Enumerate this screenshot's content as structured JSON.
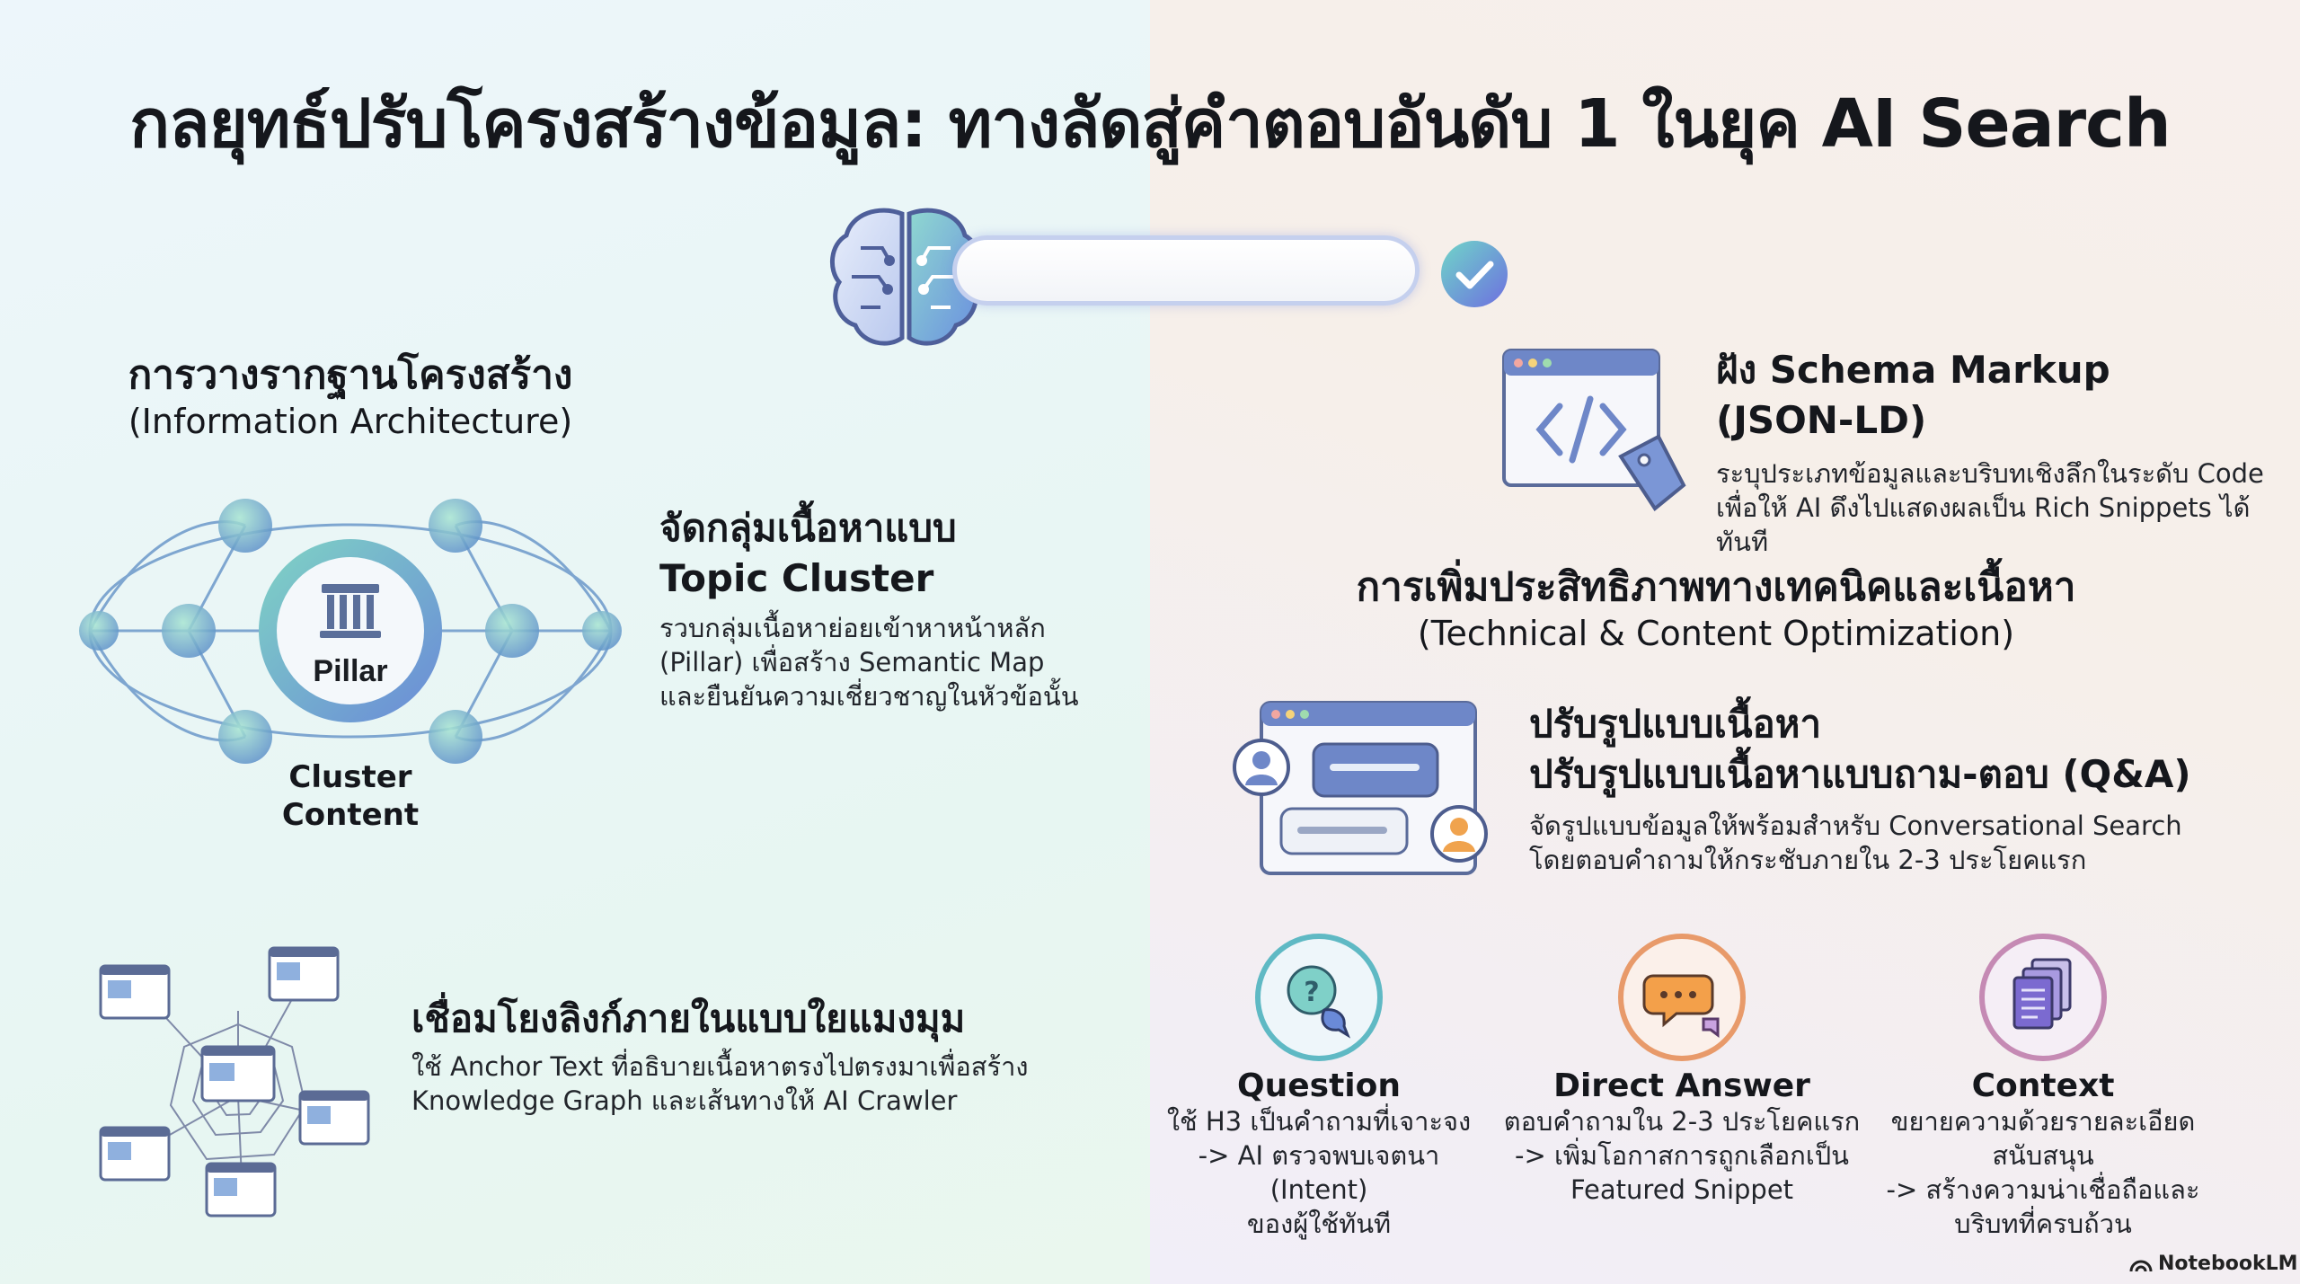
{
  "title": "กลยุทธ์ปรับโครงสร้างข้อมูล: ทางลัดสู่คำตอบอันดับ 1 ในยุค AI Search",
  "left": {
    "section_title": "การวางรากฐานโครงสร้าง",
    "section_subtitle": "(Information Architecture)",
    "pillar_label": "Pillar",
    "cluster_label_1": "Cluster",
    "cluster_label_2": "Content",
    "topic_cluster": {
      "title_1": "จัดกลุ่มเนื้อหาแบบ",
      "title_2": "Topic Cluster",
      "lines": [
        "รวบกลุ่มเนื้อหาย่อยเข้าหาหน้าหลัก",
        "(Pillar) เพื่อสร้าง Semantic Map",
        "และยืนยันความเชี่ยวชาญในหัวข้อนั้น"
      ]
    },
    "internal_link": {
      "title": "เชื่อมโยงลิงก์ภายในแบบใยแมงมุม",
      "lines": [
        "ใช้ Anchor Text ที่อธิบายเนื้อหาตรงไปตรงมาเพื่อสร้าง",
        "Knowledge Graph และเส้นทางให้ AI Crawler"
      ]
    }
  },
  "right": {
    "schema": {
      "title_1": "ฝัง Schema Markup",
      "title_2": "(JSON-LD)",
      "lines": [
        "ระบุประเภทข้อมูลและบริบทเชิงลึกในระดับ Code",
        "เพื่อให้ AI ดึงไปแสดงผลเป็น Rich Snippets ได้ทันที"
      ]
    },
    "section_title": "การเพิ่มประสิทธิภาพทางเทคนิคและเนื้อหา",
    "section_subtitle": "(Technical & Content Optimization)",
    "qa": {
      "title_1": "ปรับรูปแบบเนื้อหา",
      "title_2": "ปรับรูปแบบเนื้อหาแบบถาม-ตอบ (Q&A)",
      "lines": [
        "จัดรูปแบบข้อมูลให้พร้อมสำหรับ Conversational Search",
        "โดยตอบคำถามให้กระชับภายใน 2-3 ประโยคแรก"
      ]
    },
    "items": [
      {
        "title": "Question",
        "lines": [
          "ใช้ H3 เป็นคำถามที่เจาะจง",
          "-> AI ตรวจพบเจตนา (Intent)",
          "ของผู้ใช้ทันที"
        ],
        "color": "#3f9db5"
      },
      {
        "title": "Direct Answer",
        "lines": [
          "ตอบคำถามใน 2-3 ประโยคแรก",
          "-> เพิ่มโอกาสการถูกเลือกเป็น",
          "Featured Snippet"
        ],
        "color": "#e8903a"
      },
      {
        "title": "Context",
        "lines": [
          "ขยายความด้วยรายละเอียดสนับสนุน",
          "-> สร้างความน่าเชื่อถือและ",
          "บริบทที่ครบถ้วน"
        ],
        "color": "#7b5fc0"
      }
    ]
  },
  "brand": "NotebookLM",
  "colors": {
    "teal": "#7fd0bf",
    "blue": "#5b86c8",
    "purple": "#8c6fd1"
  }
}
